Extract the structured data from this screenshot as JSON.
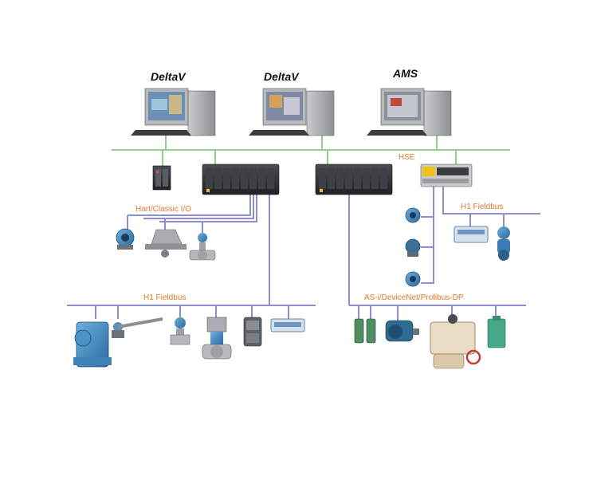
{
  "workstations": [
    {
      "label": "DeltaV",
      "screen": "plant-graphic"
    },
    {
      "label": "DeltaV",
      "screen": "process-graphic"
    },
    {
      "label": "AMS",
      "screen": "asset-manager"
    }
  ],
  "networks": {
    "hse": "HSE",
    "hart": "Hart/Classic I/O",
    "h1_left": "H1 Fieldbus",
    "h1_right": "H1 Fieldbus",
    "asi": "AS-i/DeviceNet/Profibus-DP"
  },
  "colors": {
    "hse_line": "#8fd08a",
    "bus_line": "#8e8fd1",
    "label_orange": "#e07a2c",
    "device_blue": "#3c7fb3",
    "controller_dark": "#2a2d30",
    "accent_yellow": "#f2c21a"
  },
  "icons": [
    "pc-workstation",
    "io-cabinet",
    "controller-rack",
    "linking-device",
    "pressure-transmitter",
    "flow-meter",
    "control-valve",
    "magnetic-flowmeter",
    "valve-actuator",
    "motor",
    "analyzer",
    "terminal-block"
  ]
}
